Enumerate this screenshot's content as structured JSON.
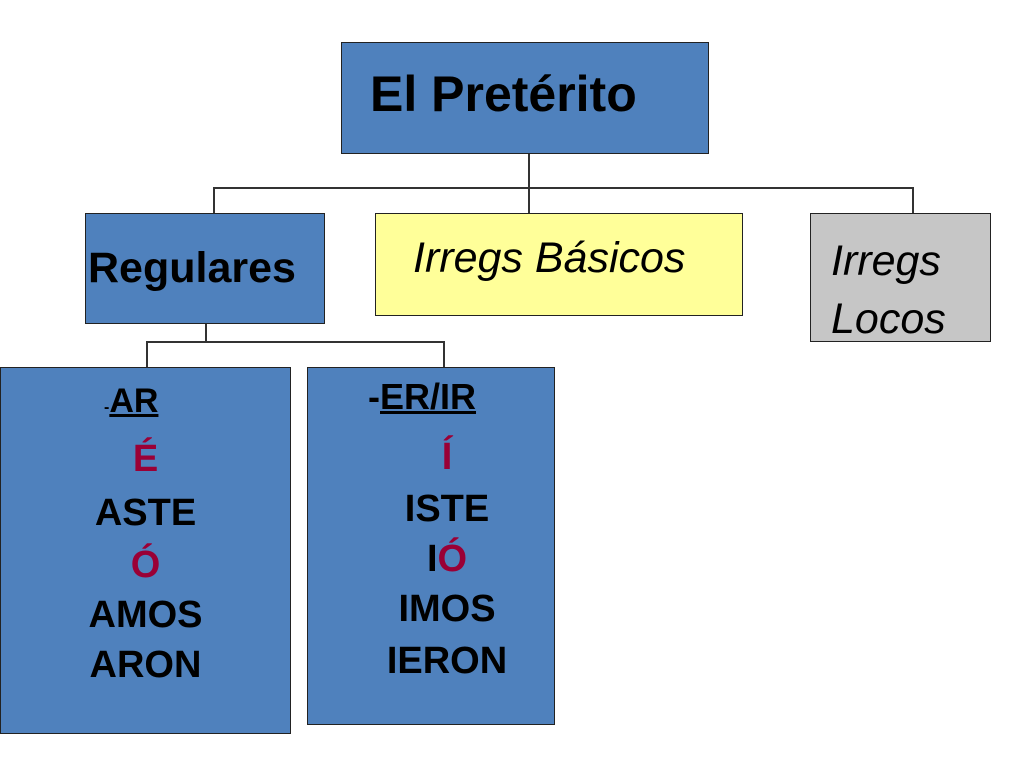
{
  "root": {
    "title": "El Pretérito"
  },
  "branches": {
    "regulares": {
      "label": "Regulares"
    },
    "basicos": {
      "label": "Irregs Básicos"
    },
    "locos": {
      "line1": "Irregs",
      "line2": "Locos"
    }
  },
  "ar": {
    "dash": "-",
    "ending": "AR",
    "forms": [
      "É",
      "ASTE",
      "Ó",
      "AMOS",
      "ARON"
    ]
  },
  "erir": {
    "dash": "-",
    "ending": "ER/IR",
    "forms": [
      "Í",
      "ISTE",
      "I",
      "Ó",
      "IMOS",
      "IERON"
    ]
  },
  "colors": {
    "blue": "#4f81bd",
    "yellow": "#ffff99",
    "gray": "#c6c6c6",
    "accent_red": "#9a0036"
  }
}
